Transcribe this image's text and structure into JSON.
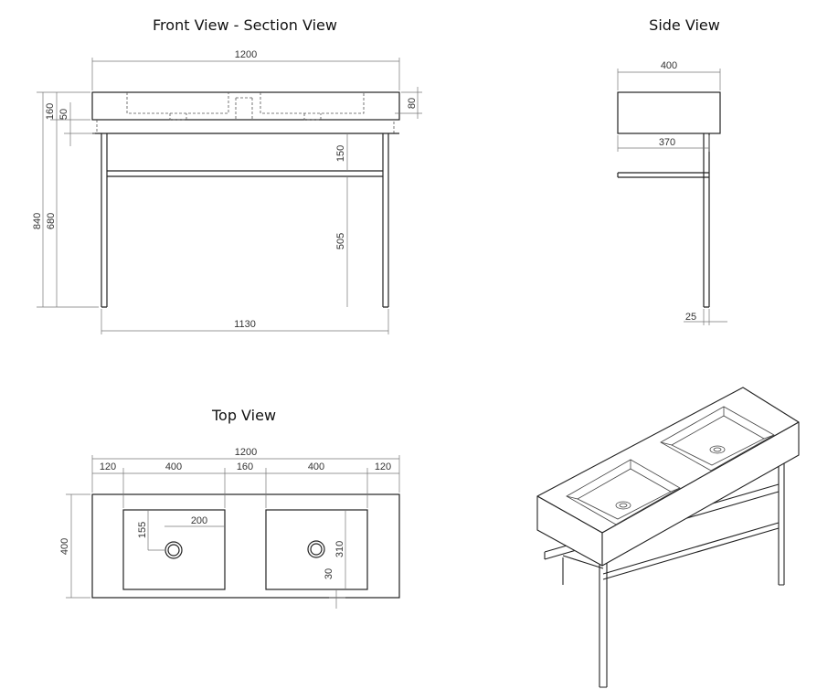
{
  "titles": {
    "front": "Front View - Section View",
    "side": "Side View",
    "top": "Top View"
  },
  "front_view": {
    "overall_width": "1200",
    "leg_span": "1130",
    "total_height": "840",
    "leg_height": "680",
    "top_thickness": "160",
    "basin_depth": "80",
    "offset": "50",
    "shelf_gap": "150",
    "shelf_height": "505"
  },
  "side_view": {
    "depth": "400",
    "frame_depth": "370",
    "leg_size": "25"
  },
  "top_view": {
    "overall_width": "1200",
    "edge_left": "120",
    "basin_left_width": "400",
    "center_gap": "160",
    "basin_right_width": "400",
    "edge_right": "120",
    "depth": "400",
    "drain_offset_y": "155",
    "drain_offset_x": "200",
    "basin_depth": "310",
    "basin_back_margin": "30"
  }
}
